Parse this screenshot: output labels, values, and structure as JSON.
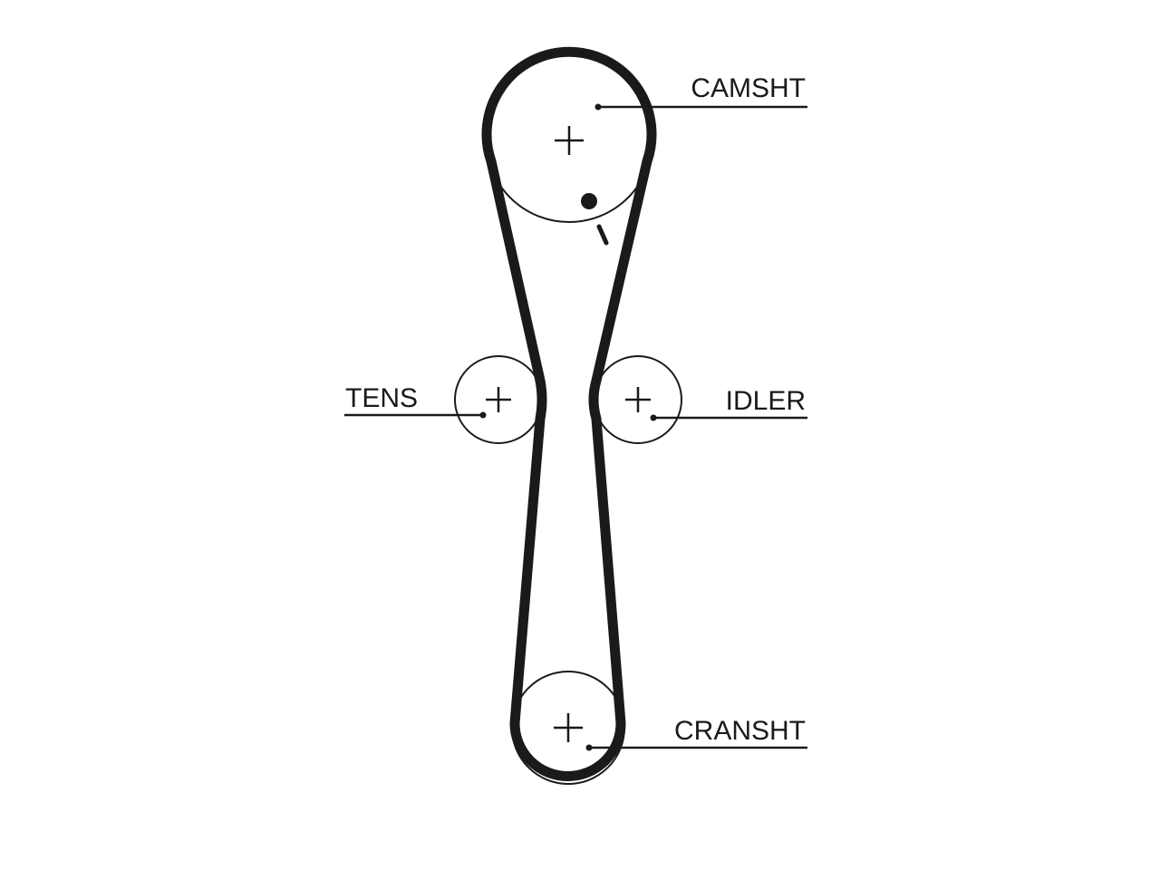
{
  "diagram": {
    "labels": {
      "camshaft": "CAMSHT",
      "tensioner": "TENS",
      "idler": "IDLER",
      "crankshaft": "CRANSHT"
    },
    "colors": {
      "line": "#1a1a1a",
      "background": "#ffffff"
    }
  }
}
